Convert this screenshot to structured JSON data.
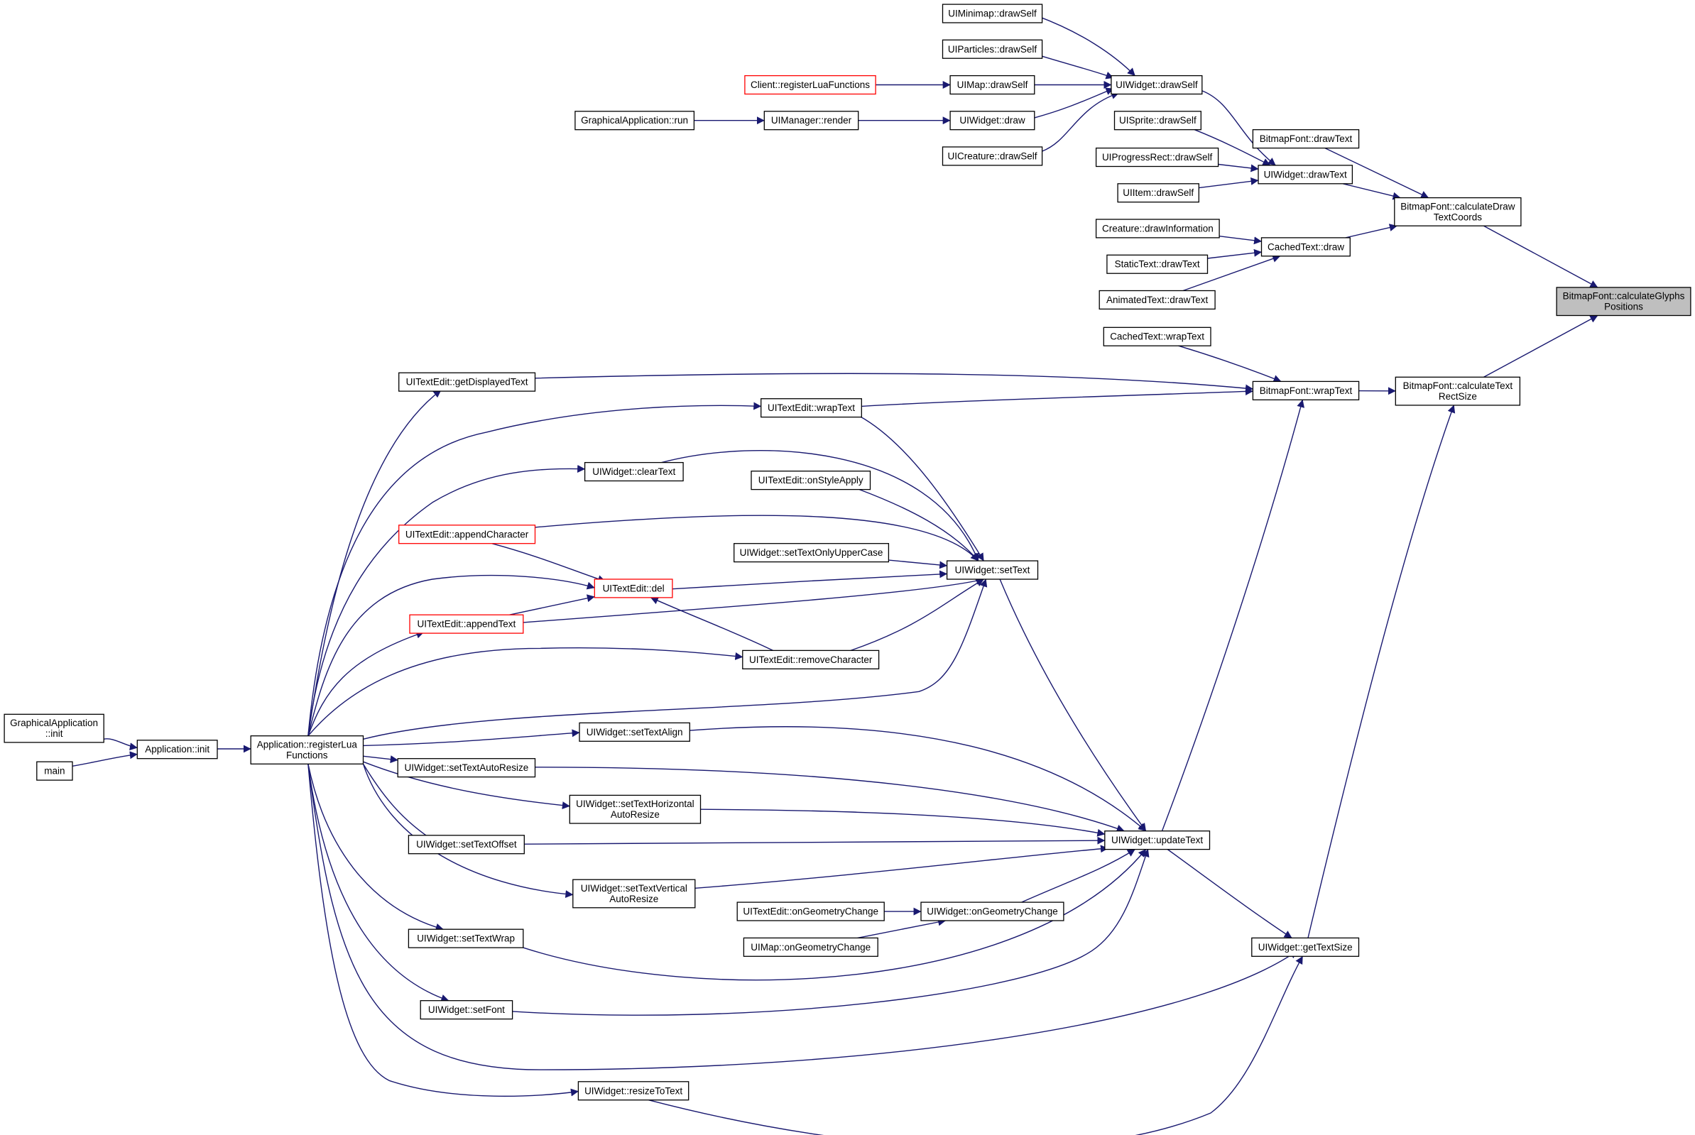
{
  "diagram": {
    "type": "call-graph",
    "colors": {
      "edge": "#191970",
      "node_border": "#000000",
      "truncated_node_border": "#ff0000",
      "focus_node_fill": "#bfbfbf",
      "background": "#ffffff"
    },
    "nodes": [
      {
        "id": "calcGlyphs",
        "lines": [
          "BitmapFont::calculateGlyphs",
          "Positions"
        ],
        "style": "target"
      },
      {
        "id": "calcDrawCoords",
        "lines": [
          "BitmapFont::calculateDraw",
          "TextCoords"
        ]
      },
      {
        "id": "calcRectSize",
        "lines": [
          "BitmapFont::calculateText",
          "RectSize"
        ]
      },
      {
        "id": "bfDrawText",
        "lines": [
          "BitmapFont::drawText"
        ]
      },
      {
        "id": "wDrawText",
        "lines": [
          "UIWidget::drawText"
        ]
      },
      {
        "id": "ctDraw",
        "lines": [
          "CachedText::draw"
        ]
      },
      {
        "id": "wDrawSelf",
        "lines": [
          "UIWidget::drawSelf"
        ]
      },
      {
        "id": "spriteDrawSelf",
        "lines": [
          "UISprite::drawSelf"
        ]
      },
      {
        "id": "progressDrawSelf",
        "lines": [
          "UIProgressRect::drawSelf"
        ]
      },
      {
        "id": "itemDrawSelf",
        "lines": [
          "UIItem::drawSelf"
        ]
      },
      {
        "id": "creatureDrawInfo",
        "lines": [
          "Creature::drawInformation"
        ]
      },
      {
        "id": "staticDrawText",
        "lines": [
          "StaticText::drawText"
        ]
      },
      {
        "id": "animatedDrawText",
        "lines": [
          "AnimatedText::drawText"
        ]
      },
      {
        "id": "minimapDrawSelf",
        "lines": [
          "UIMinimap::drawSelf"
        ]
      },
      {
        "id": "particlesDrawSelf",
        "lines": [
          "UIParticles::drawSelf"
        ]
      },
      {
        "id": "mapDrawSelf",
        "lines": [
          "UIMap::drawSelf"
        ]
      },
      {
        "id": "wDraw",
        "lines": [
          "UIWidget::draw"
        ]
      },
      {
        "id": "creatureUiDrawSelf",
        "lines": [
          "UICreature::drawSelf"
        ]
      },
      {
        "id": "clientRegLua",
        "lines": [
          "Client::registerLuaFunctions"
        ],
        "style": "red"
      },
      {
        "id": "mgrRender",
        "lines": [
          "UIManager::render"
        ]
      },
      {
        "id": "gaRun",
        "lines": [
          "GraphicalApplication::run"
        ]
      },
      {
        "id": "bfWrapText",
        "lines": [
          "BitmapFont::wrapText"
        ]
      },
      {
        "id": "ctWrapText",
        "lines": [
          "CachedText::wrapText"
        ]
      },
      {
        "id": "teGetDisplayed",
        "lines": [
          "UITextEdit::getDisplayedText"
        ]
      },
      {
        "id": "teWrapText",
        "lines": [
          "UITextEdit::wrapText"
        ]
      },
      {
        "id": "wUpdateText",
        "lines": [
          "UIWidget::updateText"
        ]
      },
      {
        "id": "wGetTextSize",
        "lines": [
          "UIWidget::getTextSize"
        ]
      },
      {
        "id": "wClearText",
        "lines": [
          "UIWidget::clearText"
        ]
      },
      {
        "id": "teOnStyleApply",
        "lines": [
          "UITextEdit::onStyleApply"
        ]
      },
      {
        "id": "teAppendChar",
        "lines": [
          "UITextEdit::appendCharacter"
        ],
        "style": "red"
      },
      {
        "id": "wSetUpper",
        "lines": [
          "UIWidget::setTextOnlyUpperCase"
        ]
      },
      {
        "id": "wSetText",
        "lines": [
          "UIWidget::setText"
        ]
      },
      {
        "id": "teDel",
        "lines": [
          "UITextEdit::del"
        ],
        "style": "red"
      },
      {
        "id": "teAppendText",
        "lines": [
          "UITextEdit::appendText"
        ],
        "style": "red"
      },
      {
        "id": "teRemoveChar",
        "lines": [
          "UITextEdit::removeCharacter"
        ]
      },
      {
        "id": "appRegLua",
        "lines": [
          "Application::registerLua",
          "Functions"
        ]
      },
      {
        "id": "appInit",
        "lines": [
          "Application::init"
        ]
      },
      {
        "id": "gaInit",
        "lines": [
          "GraphicalApplication",
          "::init"
        ]
      },
      {
        "id": "main",
        "lines": [
          "main"
        ]
      },
      {
        "id": "wSetTextAlign",
        "lines": [
          "UIWidget::setTextAlign"
        ]
      },
      {
        "id": "wSetAutoResize",
        "lines": [
          "UIWidget::setTextAutoResize"
        ]
      },
      {
        "id": "wSetHAutoResize",
        "lines": [
          "UIWidget::setTextHorizontal",
          "AutoResize"
        ]
      },
      {
        "id": "wSetTextOffset",
        "lines": [
          "UIWidget::setTextOffset"
        ]
      },
      {
        "id": "wSetVAutoResize",
        "lines": [
          "UIWidget::setTextVertical",
          "AutoResize"
        ]
      },
      {
        "id": "teOnGeom",
        "lines": [
          "UITextEdit::onGeometryChange"
        ]
      },
      {
        "id": "wOnGeom",
        "lines": [
          "UIWidget::onGeometryChange"
        ]
      },
      {
        "id": "mapOnGeom",
        "lines": [
          "UIMap::onGeometryChange"
        ]
      },
      {
        "id": "wSetTextWrap",
        "lines": [
          "UIWidget::setTextWrap"
        ]
      },
      {
        "id": "wSetFont",
        "lines": [
          "UIWidget::setFont"
        ]
      },
      {
        "id": "wResizeToText",
        "lines": [
          "UIWidget::resizeToText"
        ]
      }
    ],
    "edges": [
      [
        "calcDrawCoords",
        "calcGlyphs"
      ],
      [
        "calcRectSize",
        "calcGlyphs"
      ],
      [
        "bfDrawText",
        "calcDrawCoords"
      ],
      [
        "wDrawText",
        "calcDrawCoords"
      ],
      [
        "ctDraw",
        "calcDrawCoords"
      ],
      [
        "wDrawSelf",
        "wDrawText"
      ],
      [
        "spriteDrawSelf",
        "wDrawText"
      ],
      [
        "progressDrawSelf",
        "wDrawText"
      ],
      [
        "itemDrawSelf",
        "wDrawText"
      ],
      [
        "creatureDrawInfo",
        "ctDraw"
      ],
      [
        "staticDrawText",
        "ctDraw"
      ],
      [
        "animatedDrawText",
        "ctDraw"
      ],
      [
        "minimapDrawSelf",
        "wDrawSelf"
      ],
      [
        "particlesDrawSelf",
        "wDrawSelf"
      ],
      [
        "mapDrawSelf",
        "wDrawSelf"
      ],
      [
        "wDraw",
        "wDrawSelf"
      ],
      [
        "creatureUiDrawSelf",
        "wDrawSelf"
      ],
      [
        "clientRegLua",
        "mapDrawSelf"
      ],
      [
        "mgrRender",
        "wDraw"
      ],
      [
        "gaRun",
        "mgrRender"
      ],
      [
        "bfWrapText",
        "calcRectSize"
      ],
      [
        "wGetTextSize",
        "calcRectSize"
      ],
      [
        "ctWrapText",
        "bfWrapText"
      ],
      [
        "teGetDisplayed",
        "bfWrapText"
      ],
      [
        "teWrapText",
        "bfWrapText"
      ],
      [
        "wUpdateText",
        "bfWrapText"
      ],
      [
        "wUpdateText",
        "wGetTextSize"
      ],
      [
        "wSetText",
        "wUpdateText"
      ],
      [
        "wClearText",
        "wSetText"
      ],
      [
        "teOnStyleApply",
        "wSetText"
      ],
      [
        "teAppendChar",
        "wSetText"
      ],
      [
        "wSetUpper",
        "wSetText"
      ],
      [
        "teDel",
        "wSetText"
      ],
      [
        "teAppendText",
        "wSetText"
      ],
      [
        "teRemoveChar",
        "wSetText"
      ],
      [
        "teWrapText",
        "wSetText"
      ],
      [
        "appRegLua",
        "wSetText"
      ],
      [
        "teAppendChar",
        "teDel"
      ],
      [
        "teAppendText",
        "teDel"
      ],
      [
        "teRemoveChar",
        "teDel"
      ],
      [
        "appRegLua",
        "teGetDisplayed"
      ],
      [
        "appRegLua",
        "teWrapText"
      ],
      [
        "appRegLua",
        "wClearText"
      ],
      [
        "appRegLua",
        "teDel"
      ],
      [
        "appRegLua",
        "teAppendText"
      ],
      [
        "appRegLua",
        "teRemoveChar"
      ],
      [
        "appRegLua",
        "wSetTextAlign"
      ],
      [
        "appRegLua",
        "wSetAutoResize"
      ],
      [
        "appRegLua",
        "wSetHAutoResize"
      ],
      [
        "appRegLua",
        "wSetTextOffset"
      ],
      [
        "appRegLua",
        "wSetVAutoResize"
      ],
      [
        "appRegLua",
        "wSetTextWrap"
      ],
      [
        "appRegLua",
        "wSetFont"
      ],
      [
        "appRegLua",
        "wResizeToText"
      ],
      [
        "appRegLua",
        "wGetTextSize"
      ],
      [
        "appInit",
        "appRegLua"
      ],
      [
        "gaInit",
        "appInit"
      ],
      [
        "main",
        "appInit"
      ],
      [
        "wSetTextAlign",
        "wUpdateText"
      ],
      [
        "wSetAutoResize",
        "wUpdateText"
      ],
      [
        "wSetHAutoResize",
        "wUpdateText"
      ],
      [
        "wSetTextOffset",
        "wUpdateText"
      ],
      [
        "wSetVAutoResize",
        "wUpdateText"
      ],
      [
        "wOnGeom",
        "wUpdateText"
      ],
      [
        "wSetTextWrap",
        "wUpdateText"
      ],
      [
        "wSetFont",
        "wUpdateText"
      ],
      [
        "teOnGeom",
        "wOnGeom"
      ],
      [
        "mapOnGeom",
        "wOnGeom"
      ],
      [
        "wResizeToText",
        "wGetTextSize"
      ]
    ]
  }
}
